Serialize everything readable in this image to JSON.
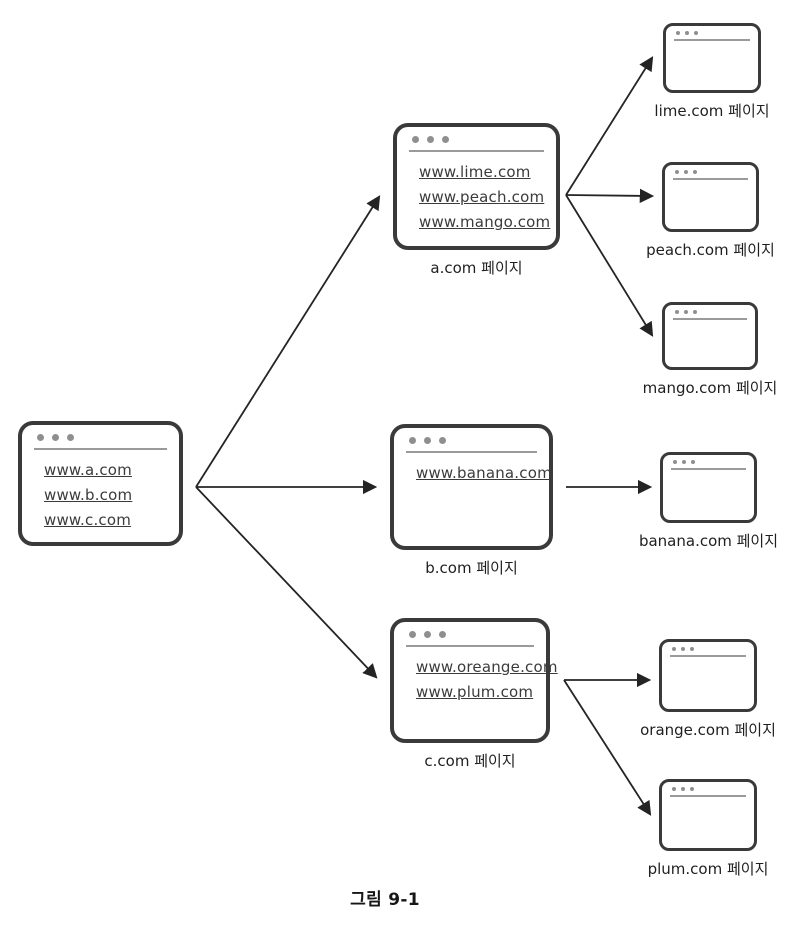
{
  "caption": "그림 9-1",
  "colors": {
    "window_border": "#3a3a3a",
    "chrome_gray": "#9a9a9a",
    "link_text": "#3b3b3b",
    "arrow": "#242424"
  },
  "icons": {
    "window_dots": "three-gray-window-dots"
  },
  "windows": {
    "root": {
      "links": [
        "www.a.com",
        "www.b.com",
        "www.c.com"
      ]
    },
    "a": {
      "label": "a.com 페이지",
      "links": [
        "www.lime.com",
        "www.peach.com",
        "www.mango.com"
      ]
    },
    "b": {
      "label": "b.com 페이지",
      "links": [
        "www.banana.com"
      ]
    },
    "c": {
      "label": "c.com 페이지",
      "links": [
        "www.oreange.com",
        "www.plum.com"
      ]
    },
    "lime": {
      "label": "lime.com 페이지"
    },
    "peach": {
      "label": "peach.com 페이지"
    },
    "mango": {
      "label": "mango.com 페이지"
    },
    "banana": {
      "label": "banana.com 페이지"
    },
    "orange": {
      "label": "orange.com 페이지"
    },
    "plum": {
      "label": "plum.com 페이지"
    }
  }
}
